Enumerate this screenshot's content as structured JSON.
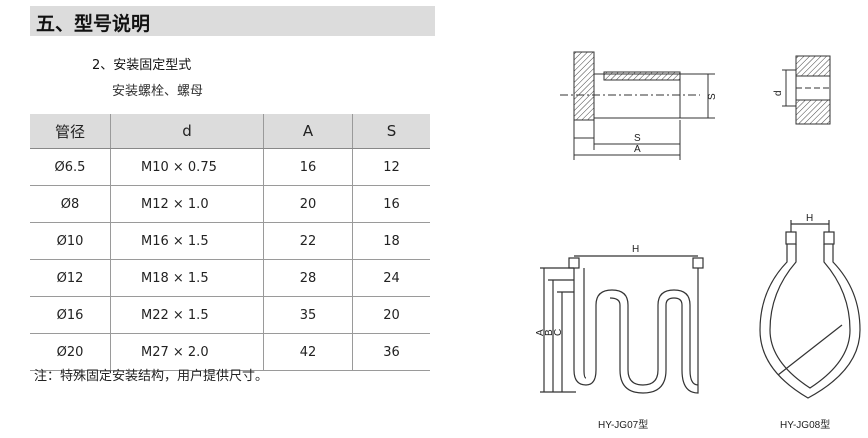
{
  "heading": "五、型号说明",
  "section": {
    "title": "2、安装固定型式",
    "subtitle": "安装螺栓、螺母"
  },
  "table": {
    "headers": [
      "管径",
      "d",
      "A",
      "S"
    ],
    "rows": [
      [
        "Ø6.5",
        "M10 × 0.75",
        "16",
        "12"
      ],
      [
        "Ø8",
        "M12 × 1.0",
        "20",
        "16"
      ],
      [
        "Ø10",
        "M16 × 1.5",
        "22",
        "18"
      ],
      [
        "Ø12",
        "M18 × 1.5",
        "28",
        "24"
      ],
      [
        "Ø16",
        "M22 × 1.5",
        "35",
        "20"
      ],
      [
        "Ø20",
        "M27 × 2.0",
        "42",
        "36"
      ]
    ]
  },
  "note": "注：特殊固定安装结构，用户提供尺寸。",
  "drawings": {
    "bolt_labels": {
      "s_horizontal": "S",
      "a": "A",
      "s_vertical": "S"
    },
    "nut_labels": {
      "d": "d"
    },
    "jg07": {
      "h": "H",
      "a": "A",
      "b": "B",
      "c": "C",
      "caption": "HY-JG07型"
    },
    "jg08": {
      "h": "H",
      "caption": "HY-JG08型"
    }
  }
}
